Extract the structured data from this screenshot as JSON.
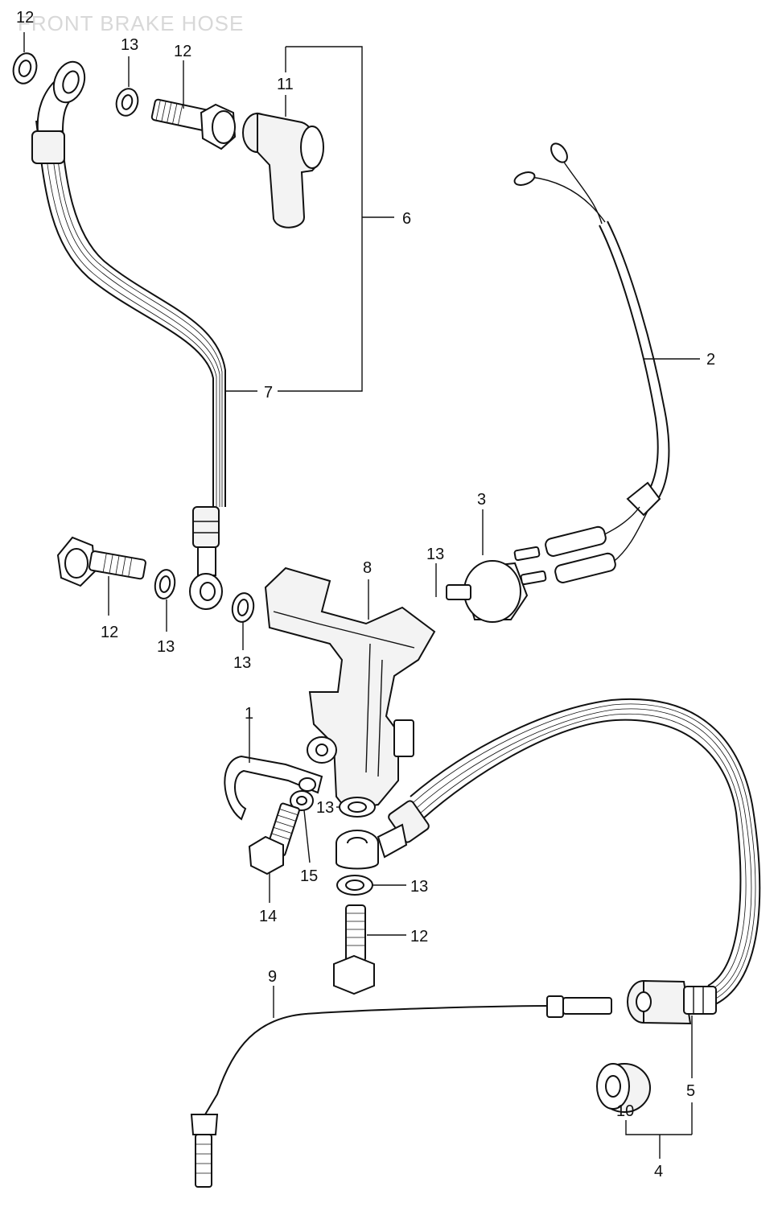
{
  "title": "FRONT BRAKE HOSE",
  "callouts": {
    "c1": "1",
    "c2": "2",
    "c3": "3",
    "c4": "4",
    "c5": "5",
    "c6": "6",
    "c7": "7",
    "c8": "8",
    "c9": "9",
    "c10": "10",
    "c11": "11",
    "c12a": "12",
    "c12b": "12",
    "c12c": "12",
    "c12d": "12",
    "c13a": "13",
    "c13b": "13",
    "c13c": "13",
    "c13d": "13",
    "c13e": "13",
    "c13f": "13",
    "c14": "14",
    "c15": "15"
  }
}
